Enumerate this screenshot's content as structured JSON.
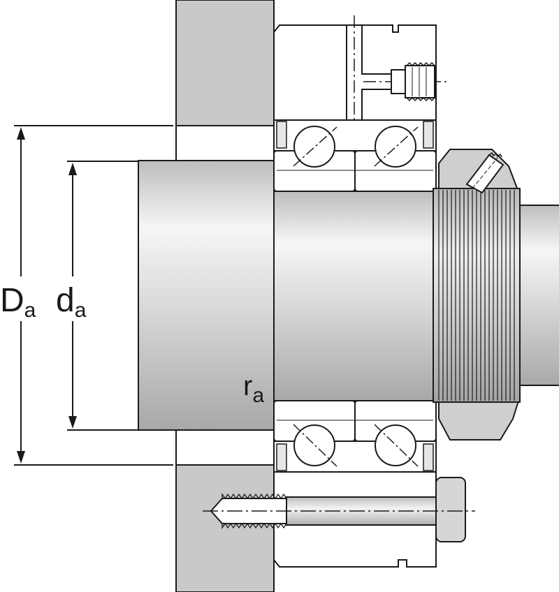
{
  "labels": {
    "D": "D",
    "D_sub": "a",
    "d": "d",
    "d_sub": "a",
    "r": "r",
    "r_sub": "a"
  },
  "colors": {
    "outline": "#1a1a1a",
    "housing_fill": "#c9c9c9",
    "shaft_light": "#f4f4f4",
    "shaft_mid": "#d2d2d2",
    "shaft_dark": "#a9a9a9",
    "nut_fill": "#cfcfcf",
    "white": "#ffffff"
  },
  "icons": {
    "bearing": "angular-contact-ball-bearing-pair",
    "nut": "lock-nut",
    "bolt": "mounting-bolt",
    "grease": "grease-nipple"
  }
}
